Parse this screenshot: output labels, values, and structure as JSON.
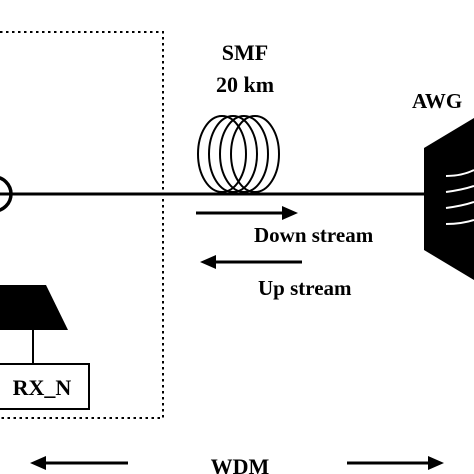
{
  "diagram": {
    "fiber": {
      "name": "SMF",
      "length": "20 km"
    },
    "awg_label": "AWG",
    "downstream_label": "Down stream",
    "upstream_label": "Up stream",
    "receiver_label": "RX_N",
    "wdm_label": "WDM"
  },
  "colors": {
    "ink": "#000000",
    "background": "#ffffff"
  }
}
